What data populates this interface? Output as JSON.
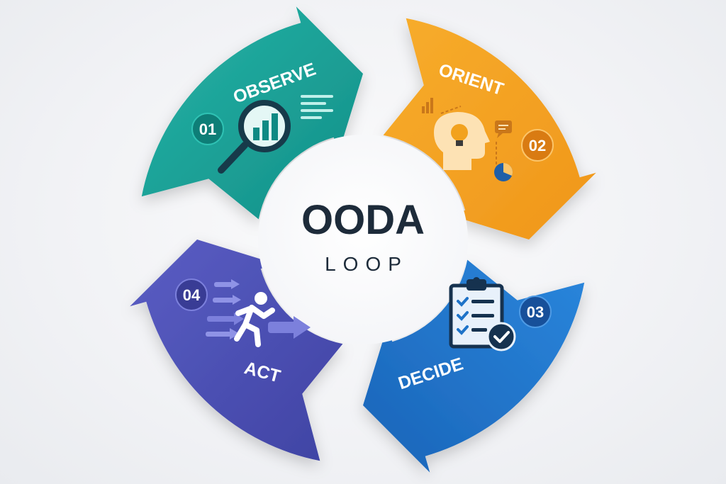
{
  "center": {
    "title": "OODA",
    "subtitle": "LOOP"
  },
  "stages": [
    {
      "number": "01",
      "label": "OBSERVE",
      "color": "#1aa39a",
      "icon": "magnifier-bar-chart-icon"
    },
    {
      "number": "02",
      "label": "ORIENT",
      "color": "#f5a323",
      "icon": "head-lightbulb-icon"
    },
    {
      "number": "03",
      "label": "DECIDE",
      "color": "#1e73c8",
      "icon": "checklist-clipboard-icon"
    },
    {
      "number": "04",
      "label": "ACT",
      "color": "#4b4fb3",
      "icon": "running-person-arrows-icon"
    }
  ]
}
